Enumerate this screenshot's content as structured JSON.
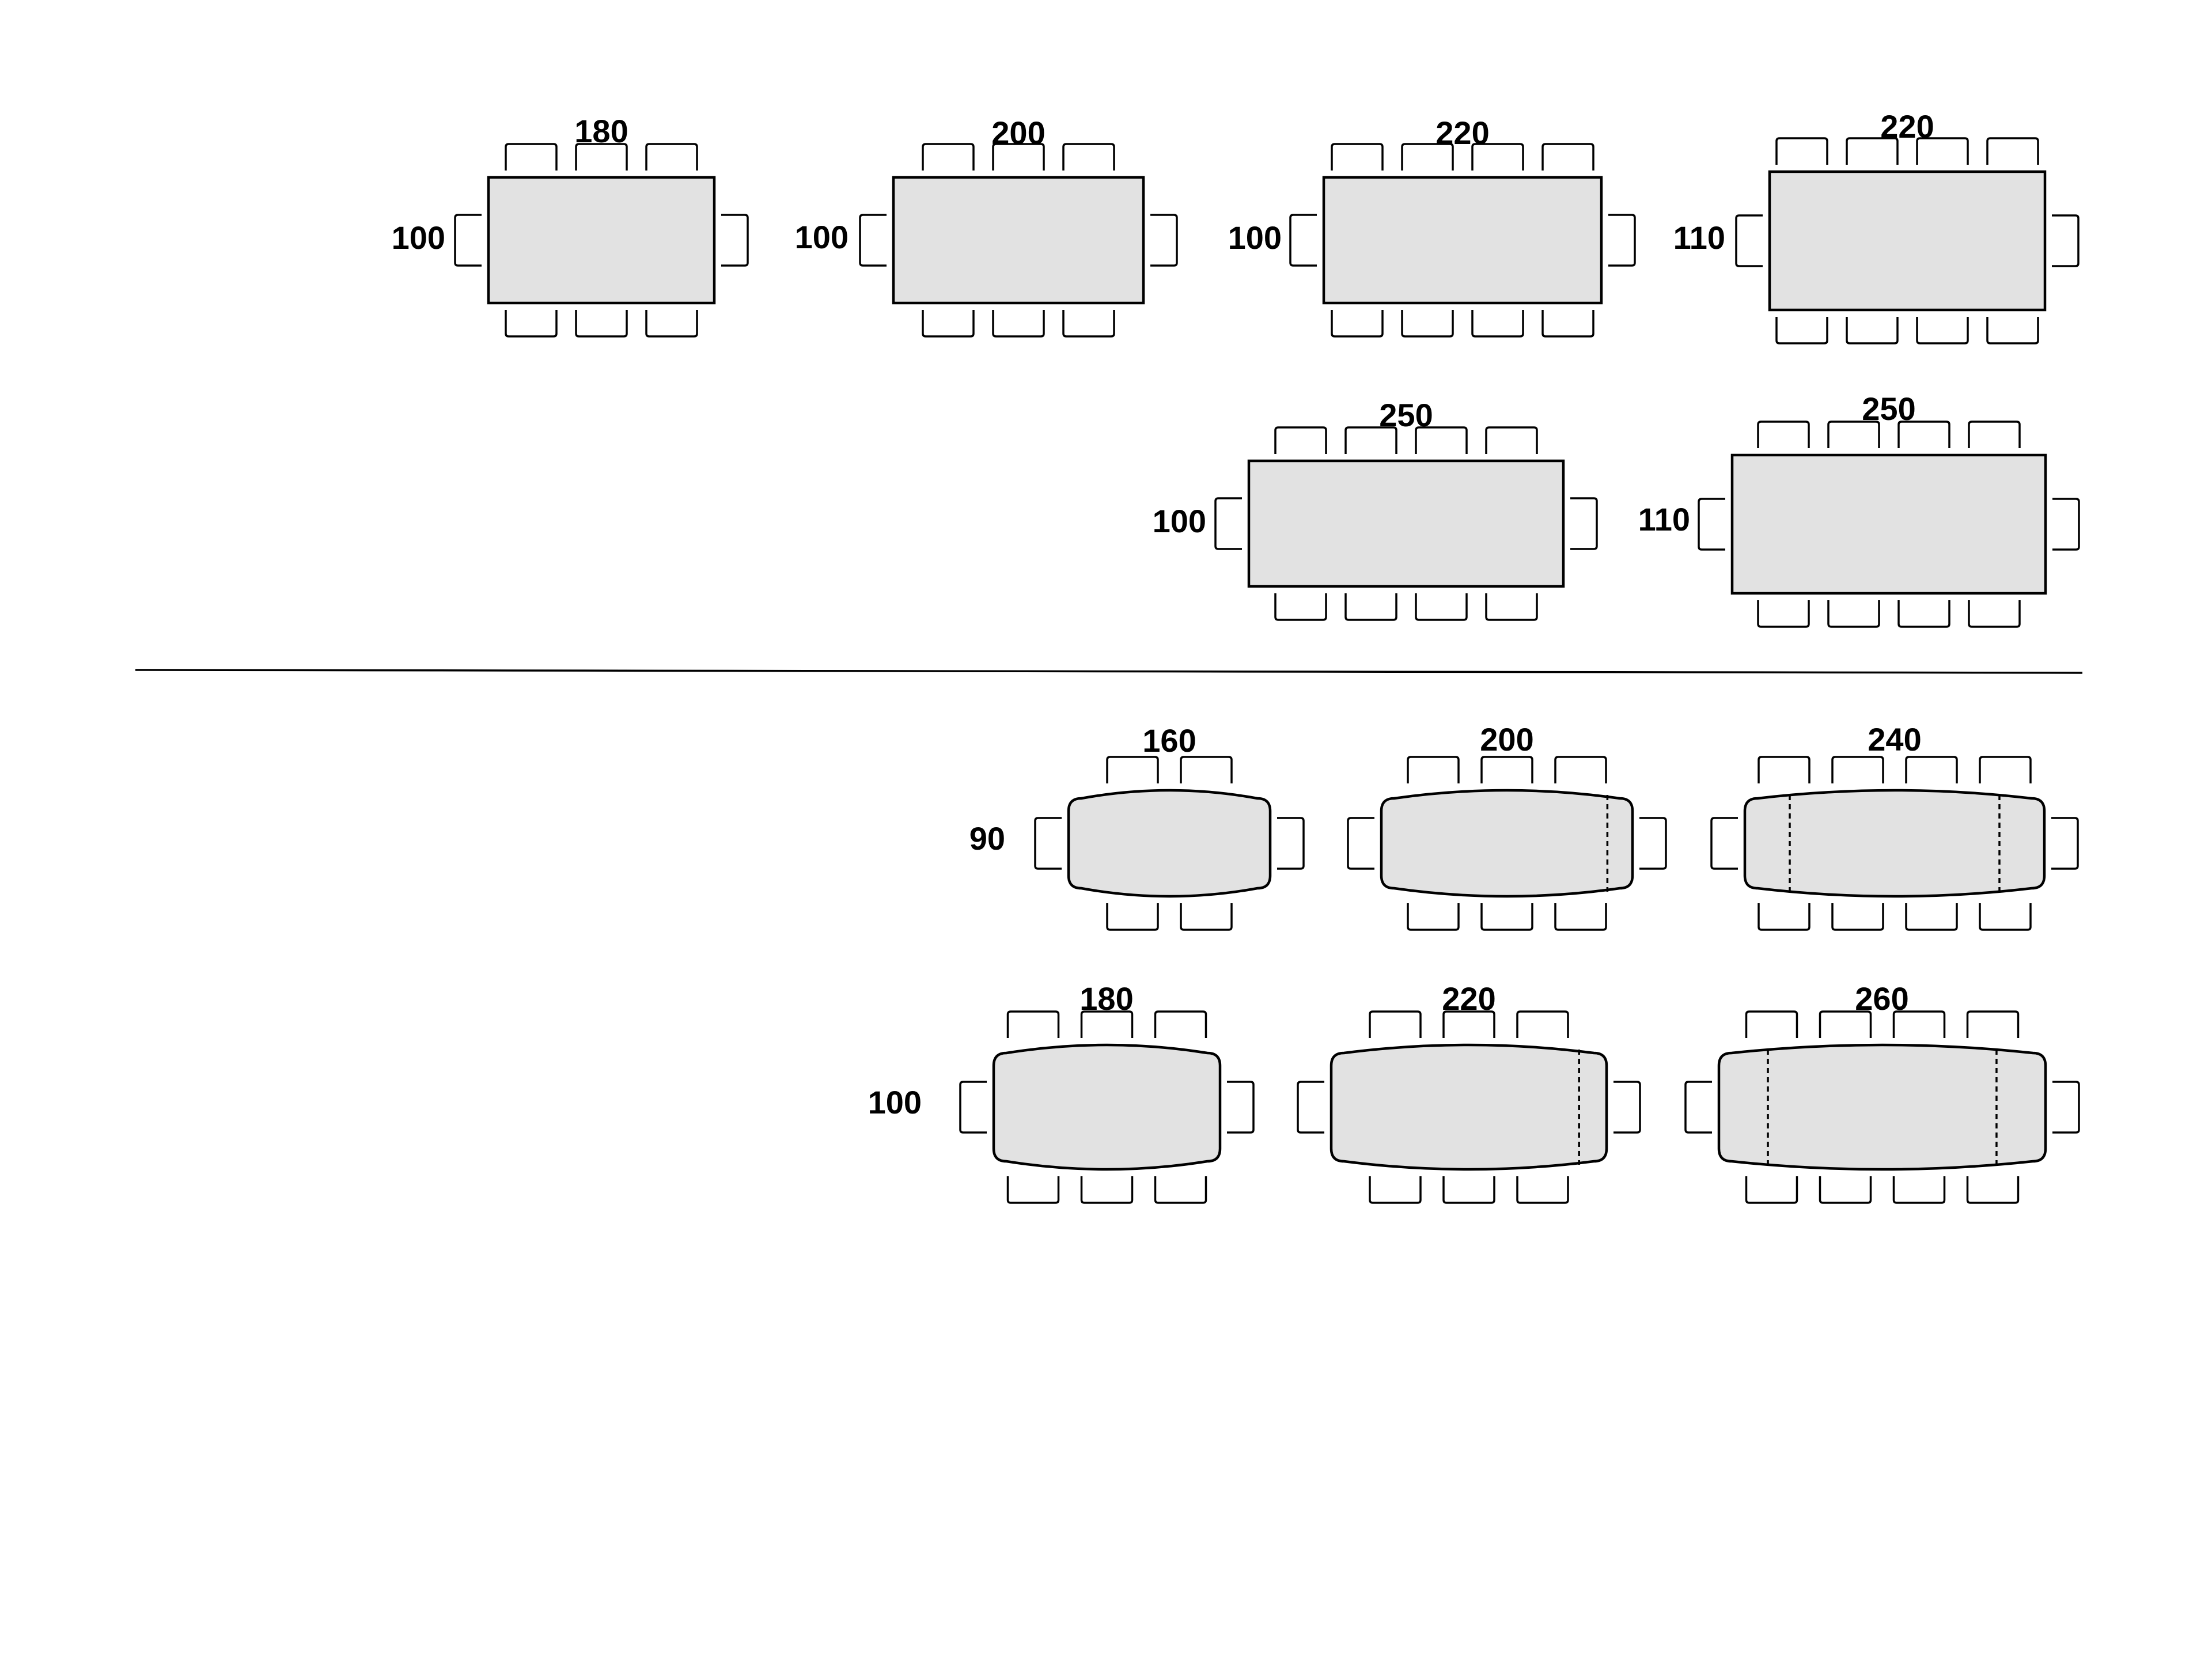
{
  "sections": [
    {
      "name": "rectangular",
      "tables": [
        {
          "width_label": "180",
          "depth_label": "100",
          "chairs_long_side": 3,
          "chairs_short_side": 1,
          "shape": "rectangle",
          "extensions": 0
        },
        {
          "width_label": "200",
          "depth_label": "100",
          "chairs_long_side": 3,
          "chairs_short_side": 1,
          "shape": "rectangle",
          "extensions": 0
        },
        {
          "width_label": "220",
          "depth_label": "100",
          "chairs_long_side": 4,
          "chairs_short_side": 1,
          "shape": "rectangle",
          "extensions": 0
        },
        {
          "width_label": "220",
          "depth_label": "110",
          "chairs_long_side": 4,
          "chairs_short_side": 1,
          "shape": "rectangle",
          "extensions": 0
        },
        {
          "width_label": "250",
          "depth_label": "100",
          "chairs_long_side": 4,
          "chairs_short_side": 1,
          "shape": "rectangle",
          "extensions": 0
        },
        {
          "width_label": "250",
          "depth_label": "110",
          "chairs_long_side": 4,
          "chairs_short_side": 1,
          "shape": "rectangle",
          "extensions": 0
        }
      ]
    },
    {
      "name": "barrel",
      "tables": [
        {
          "width_label": "160",
          "depth_label": "90",
          "chairs_long_side": 2,
          "chairs_short_side": 1,
          "shape": "barrel",
          "extensions": 0
        },
        {
          "width_label": "200",
          "depth_label": "",
          "chairs_long_side": 3,
          "chairs_short_side": 1,
          "shape": "barrel",
          "extensions": 1
        },
        {
          "width_label": "240",
          "depth_label": "",
          "chairs_long_side": 4,
          "chairs_short_side": 1,
          "shape": "barrel",
          "extensions": 2
        },
        {
          "width_label": "180",
          "depth_label": "100",
          "chairs_long_side": 3,
          "chairs_short_side": 1,
          "shape": "barrel",
          "extensions": 0
        },
        {
          "width_label": "220",
          "depth_label": "",
          "chairs_long_side": 3,
          "chairs_short_side": 1,
          "shape": "barrel",
          "extensions": 1
        },
        {
          "width_label": "260",
          "depth_label": "",
          "chairs_long_side": 4,
          "chairs_short_side": 1,
          "shape": "barrel",
          "extensions": 2
        }
      ]
    }
  ],
  "colors": {
    "table_fill": "#e2e2e2",
    "line": "#000000",
    "background": "#ffffff"
  }
}
